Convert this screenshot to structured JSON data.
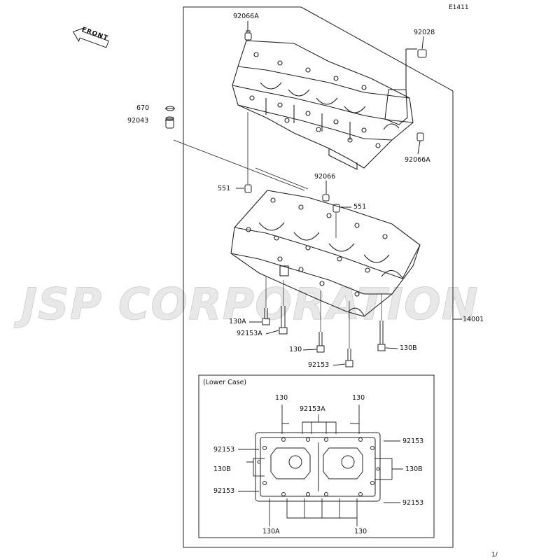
{
  "diagram": {
    "code": "E1411",
    "front_label": "FRONT",
    "watermark": "JSP CORPORATION",
    "lower_case_title": "(Lower Case)",
    "page_mark": "1/",
    "colors": {
      "line": "#222222",
      "watermark": "#bdbdbd"
    }
  },
  "upper_labels": {
    "p92066A_top": "92066A",
    "p92028": "92028",
    "p670": "670",
    "p92043": "92043",
    "p92066A_right": "92066A",
    "p92066": "92066",
    "p551_left": "551",
    "p551_right": "551",
    "p14001": "14001",
    "p130A": "130A",
    "p92153A": "92153A",
    "p130": "130",
    "p130B": "130B",
    "p92153": "92153"
  },
  "lower_labels": {
    "top_130_left": "130",
    "top_92153A": "92153A",
    "top_130_right": "130",
    "left_92153_top": "92153",
    "left_130B": "130B",
    "left_92153_bottom": "92153",
    "right_92153_top": "92153",
    "right_130B": "130B",
    "right_92153_bottom": "92153",
    "bottom_130A": "130A",
    "bottom_130": "130"
  }
}
